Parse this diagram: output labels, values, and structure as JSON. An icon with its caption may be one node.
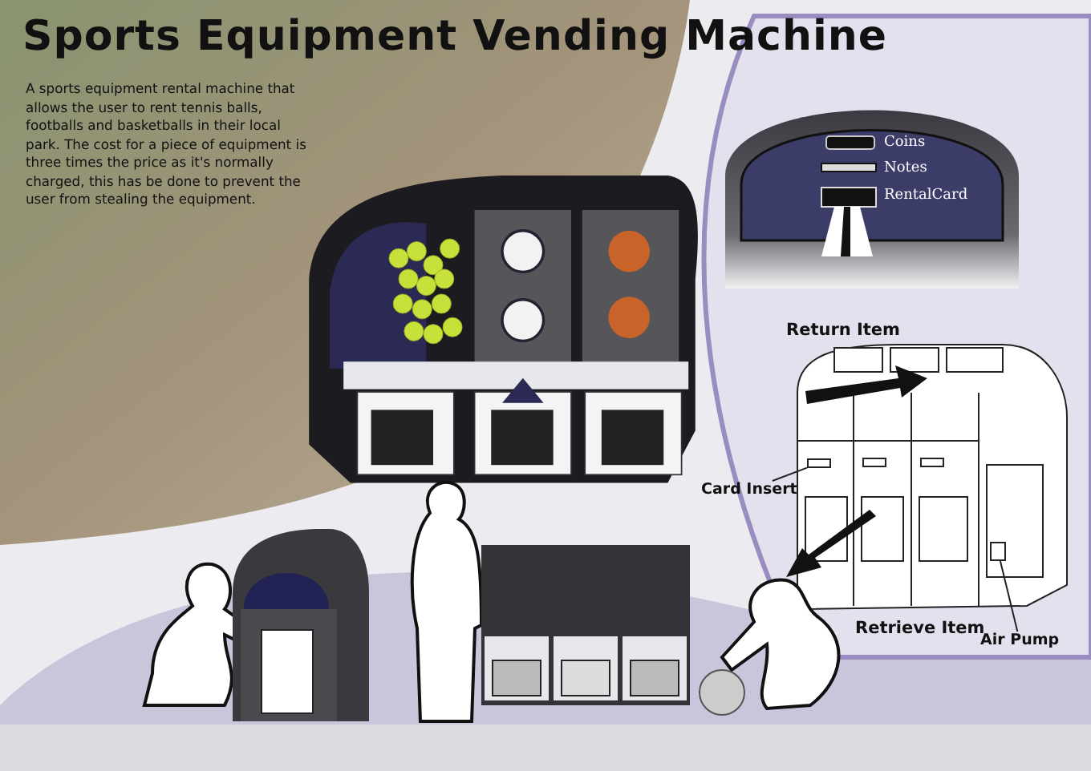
{
  "diagram": {
    "title": "Sports Equipment Vending Machine",
    "nodes": [
      {
        "text": [
          "Card Insert"
        ]
      },
      {
        "text": [],
        "shape": "box"
      },
      {
        "text": [
          "Air Pump"
        ]
      },
      {
        "text": [],
        "shape": "box"
      }
    ],
    "edges": [
      {
        "from": 0,
        "to": 1,
        "arrow": "none"
      },
      {
        "from": 2,
        "to": 3,
        "arrow": "none"
      }
    ],
    "labels": [
      "A sports equipment rental machine that allows the user to rent tennis balls, footballs and basketballs in their local park. The cost for a piece of equipment is three times the price as it's normally charged, this has be done to prevent the user from stealing the equipment.",
      "Coins",
      "Notes",
      "RentalCard",
      "Return Item",
      "Retrieve Item"
    ]
  }
}
